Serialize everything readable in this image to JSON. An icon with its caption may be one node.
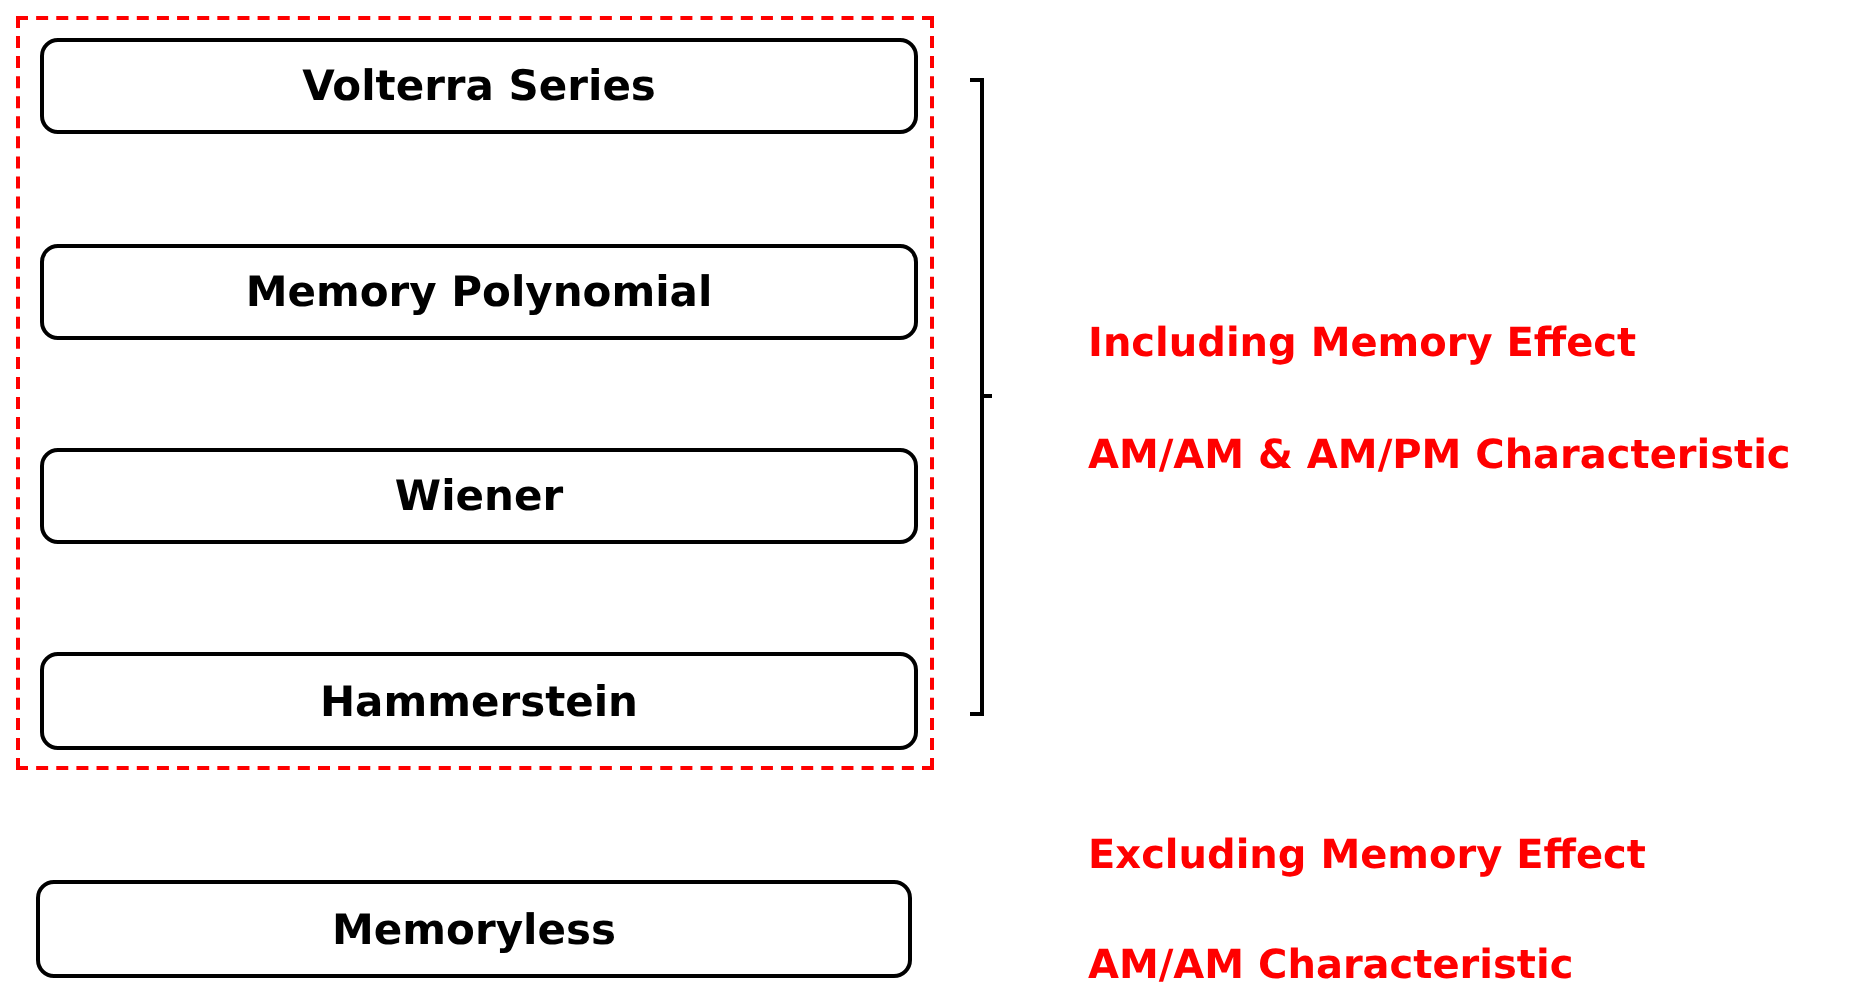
{
  "diagram": {
    "nodes": [
      {
        "text": [],
        "shape": "box"
      },
      {
        "text": [
          "Volterra Series"
        ],
        "in": 0
      },
      {
        "text": [
          "Memory Polynomial"
        ],
        "in": 0
      },
      {
        "text": [
          "Wiener"
        ],
        "in": 0
      },
      {
        "text": [
          "Hammerstein"
        ],
        "in": 0
      },
      {
        "text": [
          "Memoryless"
        ]
      }
    ],
    "edges": [],
    "labels": [
      "Including Memory Effect",
      "AM/AM & AM/PM Characteristic",
      "Excluding Memory Effect",
      "AM/AM Characteristic"
    ]
  }
}
